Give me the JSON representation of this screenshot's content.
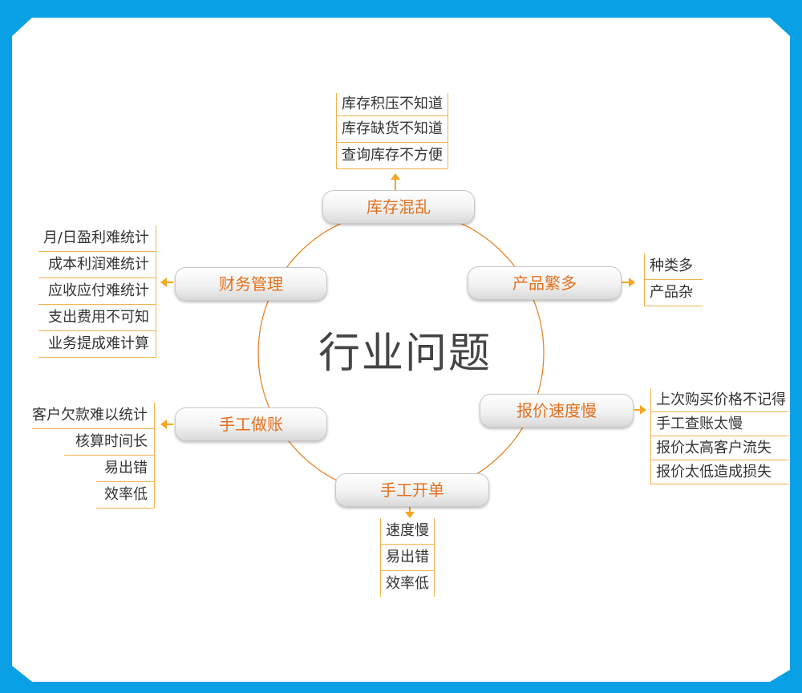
{
  "center_title": "行业问题",
  "nodes": {
    "inventory": {
      "label": "库存混乱",
      "items": [
        "库存积压不知道",
        "库存缺货不知道",
        "查询库存不方便"
      ]
    },
    "products": {
      "label": "产品繁多",
      "items": [
        "种类多",
        "产品杂"
      ]
    },
    "quote": {
      "label": "报价速度慢",
      "items": [
        "上次购买价格不记得",
        "手工查账太慢",
        "报价太高客户流失",
        "报价太低造成损失"
      ]
    },
    "manual_invoice": {
      "label": "手工开单",
      "items": [
        "速度慢",
        "易出错",
        "效率低"
      ]
    },
    "manual_bookkeeping": {
      "label": "手工做账",
      "items": [
        "客户欠款难以统计",
        "核算时间长",
        "易出错",
        "效率低"
      ]
    },
    "finance": {
      "label": "财务管理",
      "items": [
        "月/日盈利难统计",
        "成本利润难统计",
        "应收应付难统计",
        "支出费用不可知",
        "业务提成难计算"
      ]
    }
  },
  "colors": {
    "frame": "#0aa0e6",
    "accent": "#e4701e",
    "line": "#f3b24f",
    "arrow": "#f5a623"
  }
}
